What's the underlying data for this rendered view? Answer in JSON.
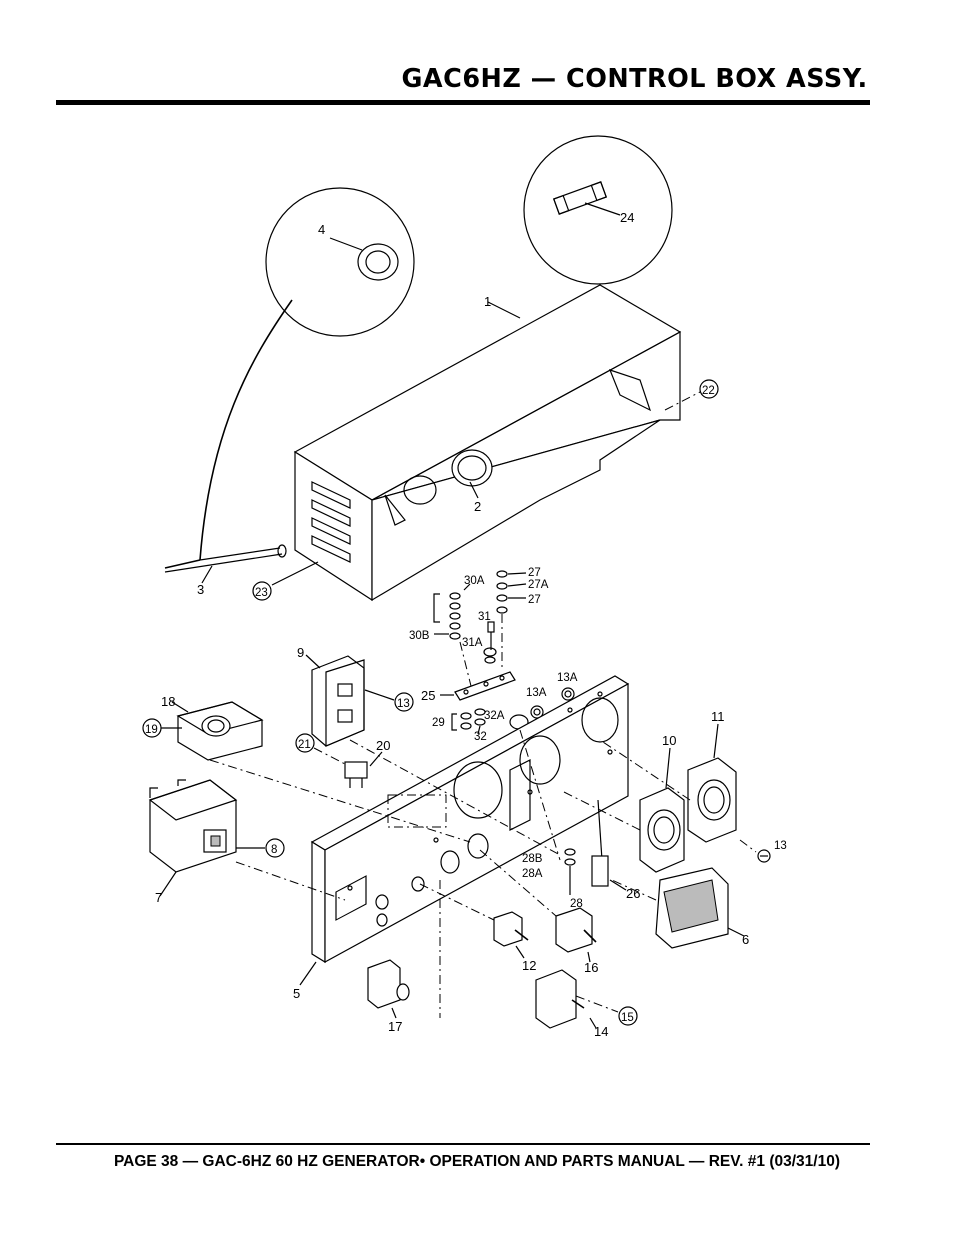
{
  "header": {
    "title": "GAC6HZ — CONTROL BOX ASSY."
  },
  "footer": {
    "text": "PAGE 38 — GAC-6HZ 60 HZ GENERATOR• OPERATION AND PARTS MANUAL — REV. #1 (03/31/10)"
  },
  "callouts": {
    "c1": "1",
    "c2": "2",
    "c3": "3",
    "c4": "4",
    "c5": "5",
    "c6": "6",
    "c7": "7",
    "c8": "8",
    "c9": "9",
    "c10": "10",
    "c11": "11",
    "c12": "12",
    "c13": "13",
    "c13a": "13A",
    "c13a2": "13A",
    "c13b": "13",
    "c14": "14",
    "c15": "15",
    "c16": "16",
    "c17": "17",
    "c18": "18",
    "c19": "19",
    "c20": "20",
    "c21": "21",
    "c22": "22",
    "c23": "23",
    "c24": "24",
    "c25": "25",
    "c26": "26",
    "c27a": "27",
    "c27b": "27A",
    "c27c": "27",
    "c28": "28",
    "c28a": "28A",
    "c28b": "28B",
    "c29": "29",
    "c30a": "30A",
    "c30b": "30B",
    "c31": "31",
    "c31a": "31A",
    "c32": "32",
    "c32a": "32A"
  }
}
